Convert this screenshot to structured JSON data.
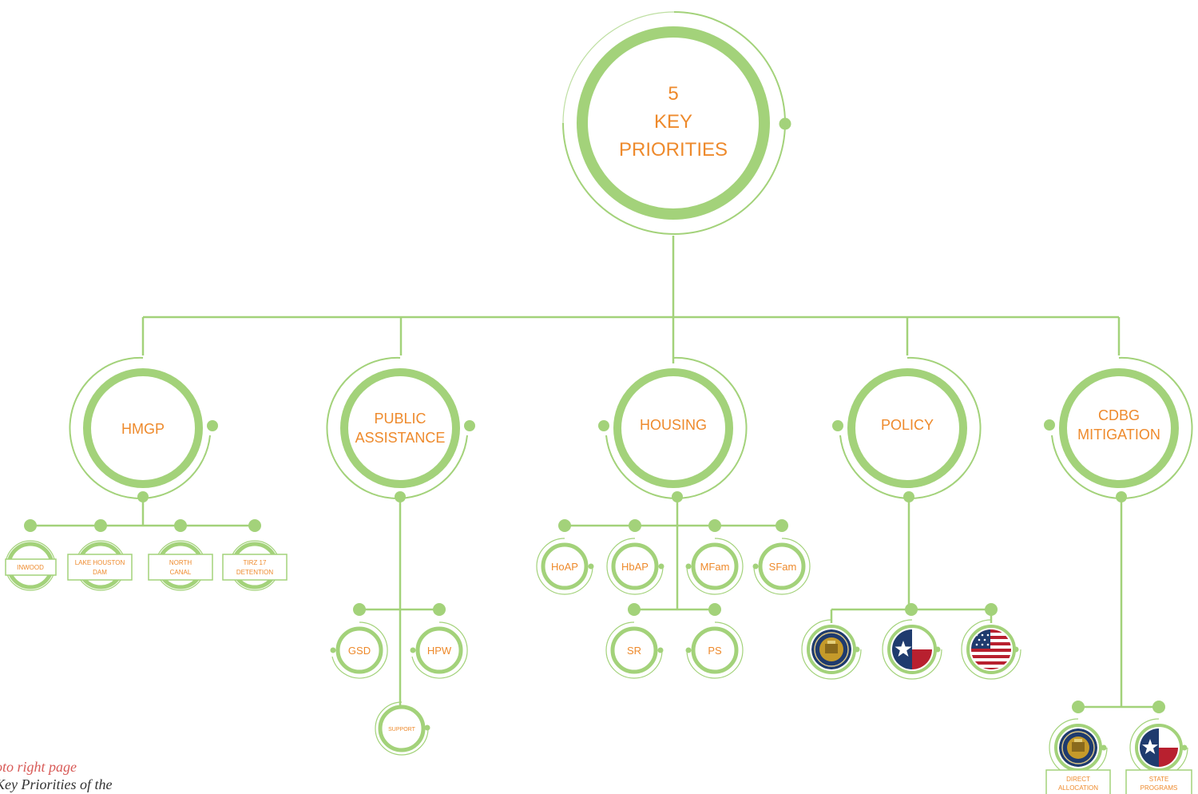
{
  "colors": {
    "green": "#a3d27a",
    "orange": "#ee8a2c",
    "navy": "#1f3b6e",
    "red": "#b8202f",
    "gold": "#c59a2a",
    "caption_red": "#d85a57"
  },
  "root": {
    "line1": "5",
    "line2": "KEY",
    "line3": "PRIORITIES"
  },
  "priorities": [
    {
      "line1": "HMGP",
      "line2": ""
    },
    {
      "line1": "PUBLIC",
      "line2": "ASSISTANCE"
    },
    {
      "line1": "HOUSING",
      "line2": ""
    },
    {
      "line1": "POLICY",
      "line2": ""
    },
    {
      "line1": "CDBG",
      "line2": "MITIGATION"
    }
  ],
  "hmgp_projects": [
    {
      "line1": "INWOOD",
      "line2": ""
    },
    {
      "line1": "LAKE HOUSTON",
      "line2": "DAM"
    },
    {
      "line1": "NORTH",
      "line2": "CANAL"
    },
    {
      "line1": "TIRZ 17",
      "line2": "DETENTION"
    }
  ],
  "public_assistance": {
    "items": [
      "GSD",
      "HPW"
    ],
    "support": "SUPPORT"
  },
  "housing_programs": [
    "HoAP",
    "HbAP",
    "MFam",
    "SFam",
    "SR",
    "PS"
  ],
  "policy_icons": [
    "city-seal-icon",
    "texas-flag-icon",
    "us-flag-icon"
  ],
  "cdbg_items": [
    {
      "icon": "city-seal-icon",
      "line1": "DIRECT",
      "line2": "ALLOCATION"
    },
    {
      "icon": "texas-flag-icon",
      "line1": "STATE",
      "line2": "PROGRAMS"
    }
  ],
  "caption": {
    "line1": "oto right page",
    "line2": "Key Priorities of the"
  }
}
